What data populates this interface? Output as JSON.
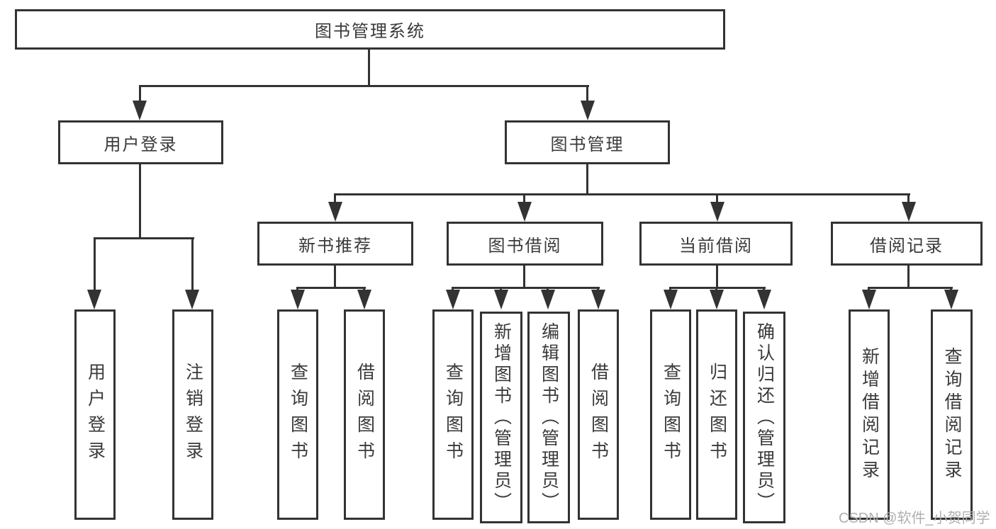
{
  "colors": {
    "line": "#333333",
    "text": "#3a3a3a",
    "watermark": "#b0b0b0",
    "background": "#ffffff"
  },
  "tree": {
    "root": {
      "label": "图书管理系统"
    },
    "branches": [
      {
        "label": "用户登录",
        "children": [
          {
            "label": "用户登录"
          },
          {
            "label": "注销登录"
          }
        ]
      },
      {
        "label": "图书管理",
        "children": [
          {
            "label": "新书推荐",
            "children": [
              {
                "label": "查询图书"
              },
              {
                "label": "借阅图书"
              }
            ]
          },
          {
            "label": "图书借阅",
            "children": [
              {
                "label": "查询图书"
              },
              {
                "label": "新增图书（管理员）"
              },
              {
                "label": "编辑图书（管理员）"
              },
              {
                "label": "借阅图书"
              }
            ]
          },
          {
            "label": "当前借阅",
            "children": [
              {
                "label": "查询图书"
              },
              {
                "label": "归还图书"
              },
              {
                "label": "确认归还（管理员）"
              }
            ]
          },
          {
            "label": "借阅记录",
            "children": [
              {
                "label": "新增借阅记录"
              },
              {
                "label": "查询借阅记录"
              }
            ]
          }
        ]
      }
    ]
  },
  "watermark": {
    "text": "CSDN @软件_小贺同学"
  }
}
